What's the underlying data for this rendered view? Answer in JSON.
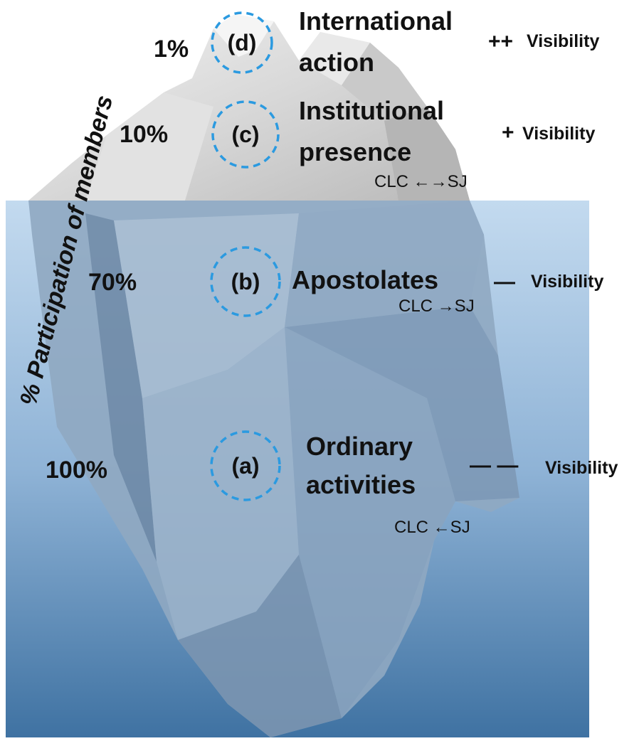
{
  "axis_label": "% Participation of members",
  "levels": [
    {
      "key": "d",
      "letter": "(d)",
      "percent": "1%",
      "label_line1": "International",
      "label_line2": "action",
      "visibility_symbol": "++",
      "visibility_label": "Visibility",
      "relation": ""
    },
    {
      "key": "c",
      "letter": "(c)",
      "percent": "10%",
      "label_line1": "Institutional",
      "label_line2": "presence",
      "visibility_symbol": "+",
      "visibility_label": "Visibility",
      "relation": "CLC ←→SJ"
    },
    {
      "key": "b",
      "letter": "(b)",
      "percent": "70%",
      "label_line1": "Apostolates",
      "label_line2": "",
      "visibility_symbol": "—",
      "visibility_label": "Visibility",
      "relation": "CLC →SJ"
    },
    {
      "key": "a",
      "letter": "(a)",
      "percent": "100%",
      "label_line1": "Ordinary",
      "label_line2": "activities",
      "visibility_symbol": "— —",
      "visibility_label": "Visibility",
      "relation": "CLC ←SJ"
    }
  ],
  "colors": {
    "ring": "#2b9ae0",
    "water_top": "#bcd6ee",
    "water_bottom": "#3e72a3",
    "ice_above": "#d9d9d9",
    "text": "#111111"
  }
}
